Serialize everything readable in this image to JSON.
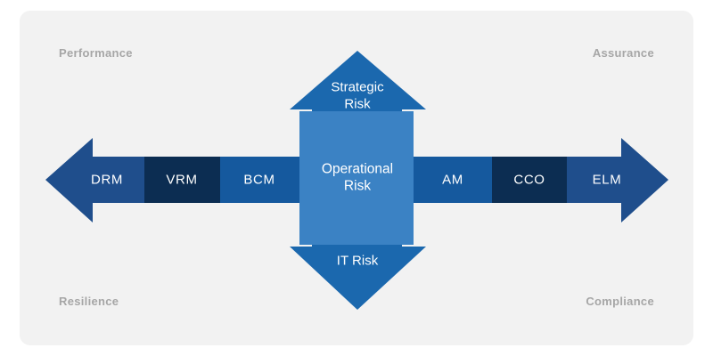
{
  "panel": {
    "background_color": "#F2F2F2",
    "page_background_color": "#FFFFFF"
  },
  "corners": {
    "top_left": "Performance",
    "top_right": "Assurance",
    "bottom_left": "Resilience",
    "bottom_right": "Compliance",
    "color": "#A6A6A6"
  },
  "horizontal_axis": {
    "style": "double-headed-arrow",
    "segments": [
      {
        "label": "DRM",
        "color": "#1F4E8C"
      },
      {
        "label": "VRM",
        "color": "#0C2D52"
      },
      {
        "label": "BCM",
        "color": "#15599E"
      },
      {
        "label": "AM",
        "color": "#15599E"
      },
      {
        "label": "CCO",
        "color": "#0C2D52"
      },
      {
        "label": "ELM",
        "color": "#1F4E8C"
      }
    ]
  },
  "vertical_axis": {
    "style": "double-headed-arrow",
    "color": "#1B68AE",
    "top_label": "Strategic\nRisk",
    "top_label_line1": "Strategic",
    "top_label_line2": "Risk",
    "bottom_label": "IT Risk"
  },
  "center": {
    "color": "#3B82C4",
    "label_line1": "Operational",
    "label_line2": "Risk"
  }
}
